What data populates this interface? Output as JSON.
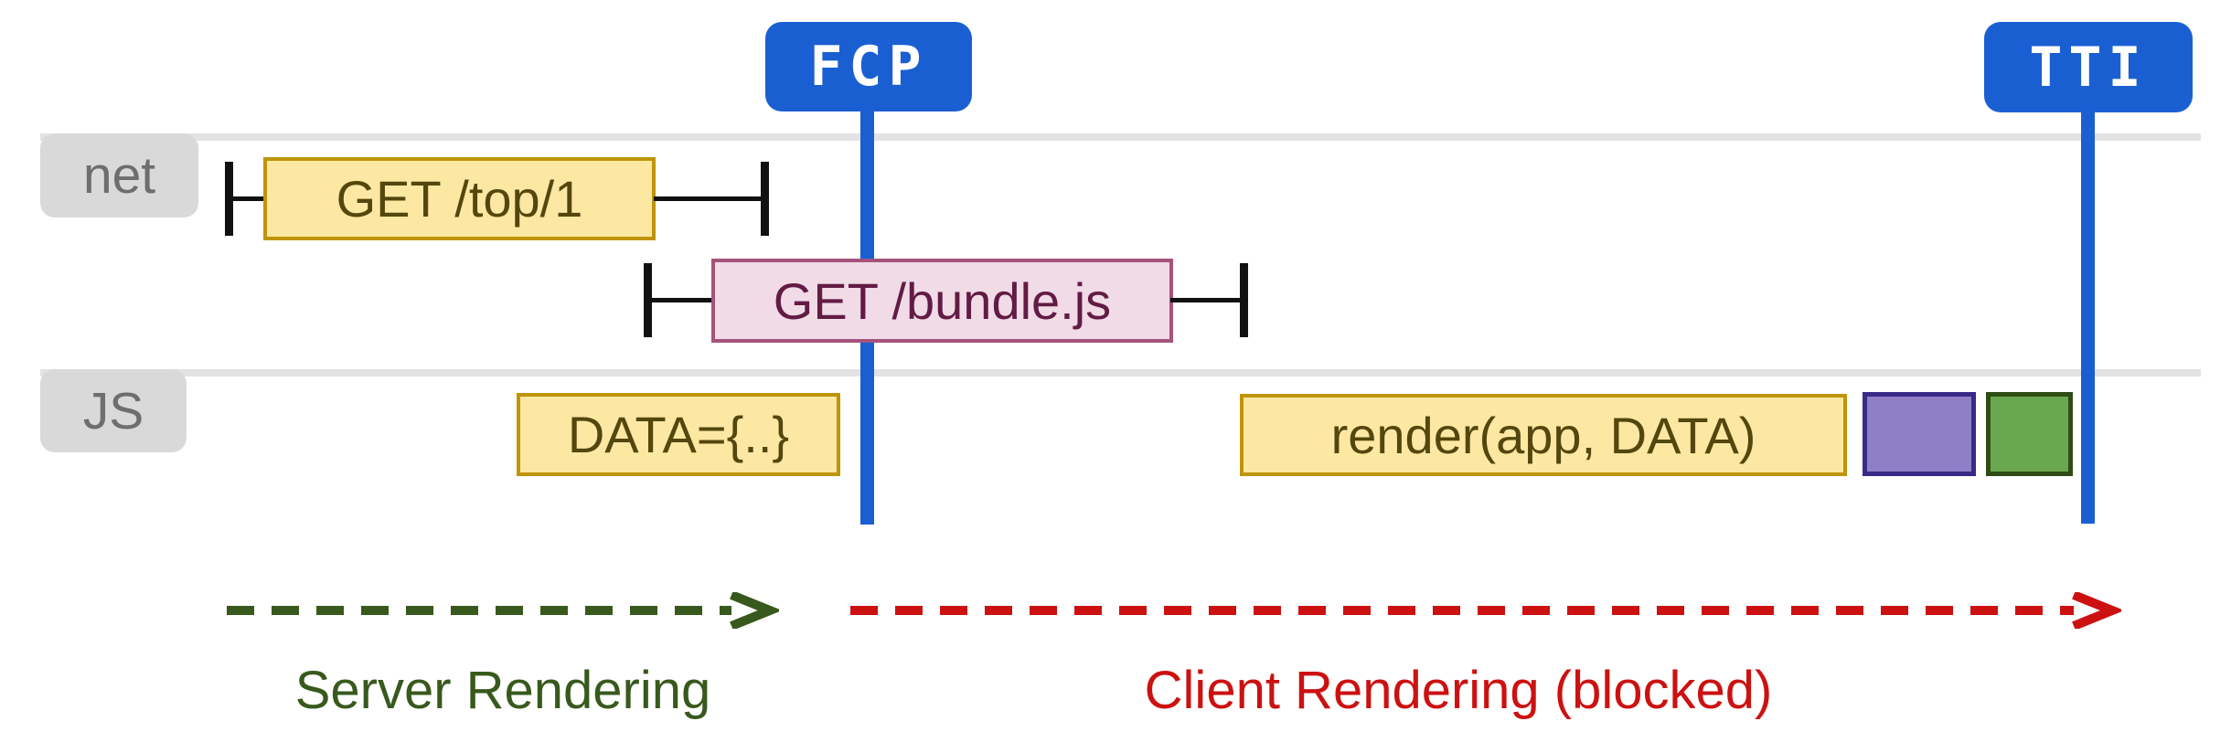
{
  "markers": {
    "fcp": "FCP",
    "tti": "TTI"
  },
  "lanes": {
    "net": "net",
    "js": "JS"
  },
  "network_requests": [
    {
      "label": "GET /top/1",
      "lane": "net",
      "style": "yellow"
    },
    {
      "label": "GET /bundle.js",
      "lane": "net",
      "style": "pink"
    }
  ],
  "js_tasks": [
    {
      "label": "DATA={..}",
      "style": "yellow"
    },
    {
      "label": "render(app, DATA)",
      "style": "yellow"
    },
    {
      "label": "",
      "style": "purple"
    },
    {
      "label": "",
      "style": "green"
    }
  ],
  "phases": {
    "server": "Server Rendering",
    "client": "Client Rendering (blocked)"
  },
  "colors": {
    "blue": "#1a5fd2",
    "badge_text": "#ffffff",
    "lane_line": "#e3e3e3",
    "label_bg": "#d9d9d9",
    "label_text": "#6e6e6e",
    "yellow_fill": "#fce8a2",
    "yellow_border": "#bf9407",
    "yellow_text": "#54470d",
    "pink_fill": "#f0dbe6",
    "pink_border": "#a5537d",
    "pink_text": "#621b44",
    "purple_fill": "#8f7fc6",
    "purple_border": "#3a2a87",
    "green_fill": "#6aa84f",
    "green_border": "#2e4d15",
    "tick": "#111111",
    "server_green": "#38591d",
    "client_red": "#cc1111"
  }
}
